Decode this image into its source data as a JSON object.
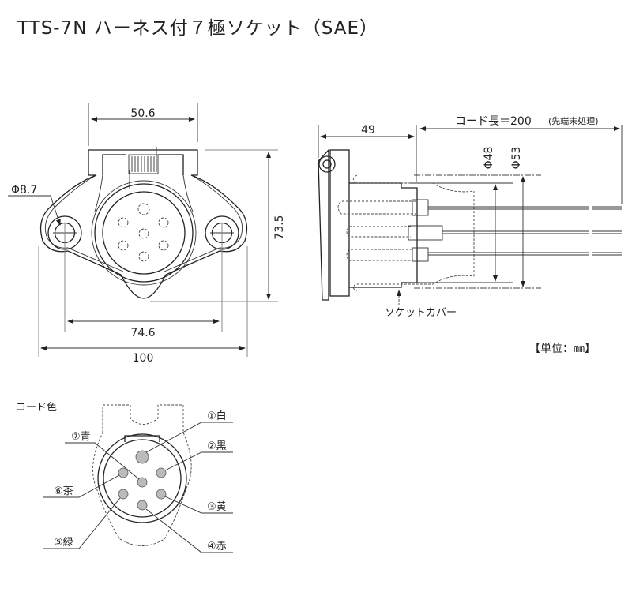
{
  "title": "TTS-7N ハーネス付７極ソケット（SAE）",
  "front_view": {
    "width_top": "50.6",
    "hole_diameter": "Φ8.7",
    "height": "73.5",
    "hole_pitch": "74.6",
    "overall_width": "100"
  },
  "side_view": {
    "depth": "49",
    "cord_length": "コード長＝200",
    "cord_note": "(先端未処理)",
    "diameter_inner": "Φ48",
    "diameter_outer": "Φ53",
    "cover_label": "ソケットカバー"
  },
  "unit": "【単位：㎜】",
  "wiring": {
    "heading": "コード色",
    "pins": [
      {
        "label": "①白"
      },
      {
        "label": "②黒"
      },
      {
        "label": "③黄"
      },
      {
        "label": "④赤"
      },
      {
        "label": "⑤緑"
      },
      {
        "label": "⑥茶"
      },
      {
        "label": "⑦青"
      }
    ]
  }
}
